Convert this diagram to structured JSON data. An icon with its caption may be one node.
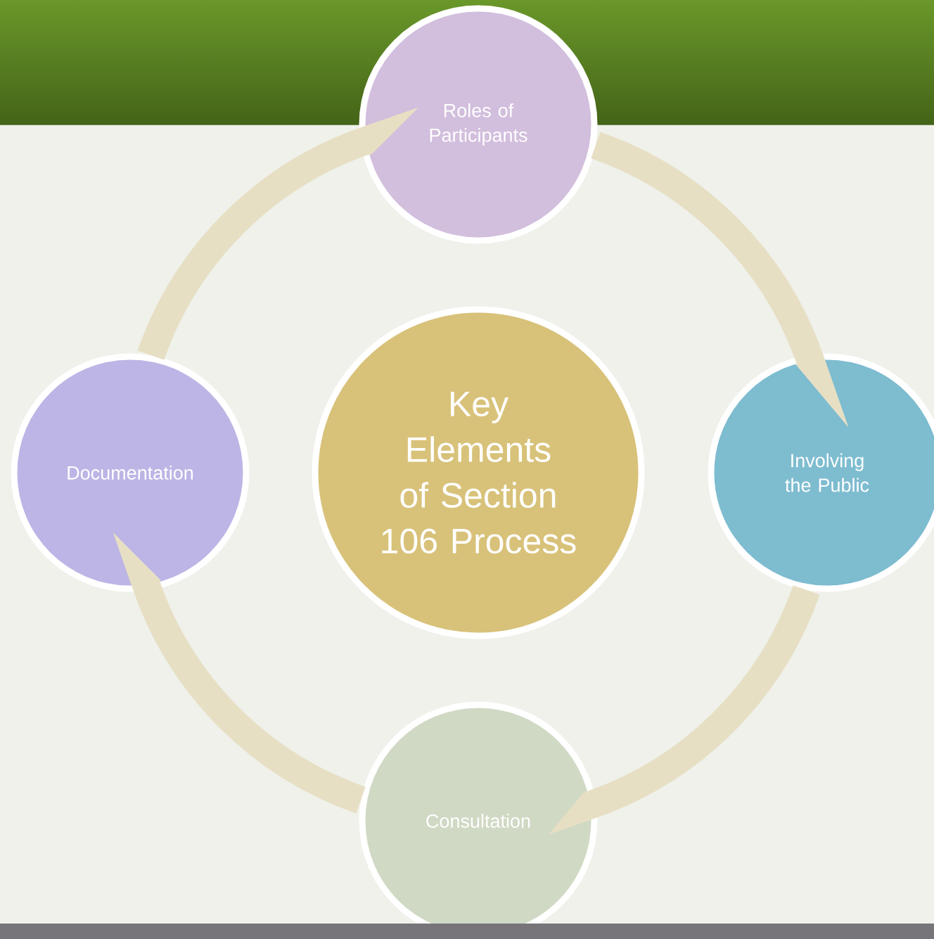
{
  "diagram": {
    "nodes": [
      {
        "text": [
          "Key Elements of Section 106 Process"
        ]
      },
      {
        "text": [
          "Roles of Participants"
        ]
      },
      {
        "text": [
          "Involving the Public"
        ]
      },
      {
        "text": [
          "Consultation"
        ]
      },
      {
        "text": [
          "Documentation"
        ]
      }
    ],
    "edges": [
      {
        "from": 1,
        "to": 2,
        "arrow": "none"
      },
      {
        "from": 2,
        "to": 3,
        "arrow": "none"
      },
      {
        "from": 3,
        "to": 4,
        "arrow": "none"
      },
      {
        "from": 4,
        "to": 1,
        "arrow": "none"
      }
    ]
  }
}
